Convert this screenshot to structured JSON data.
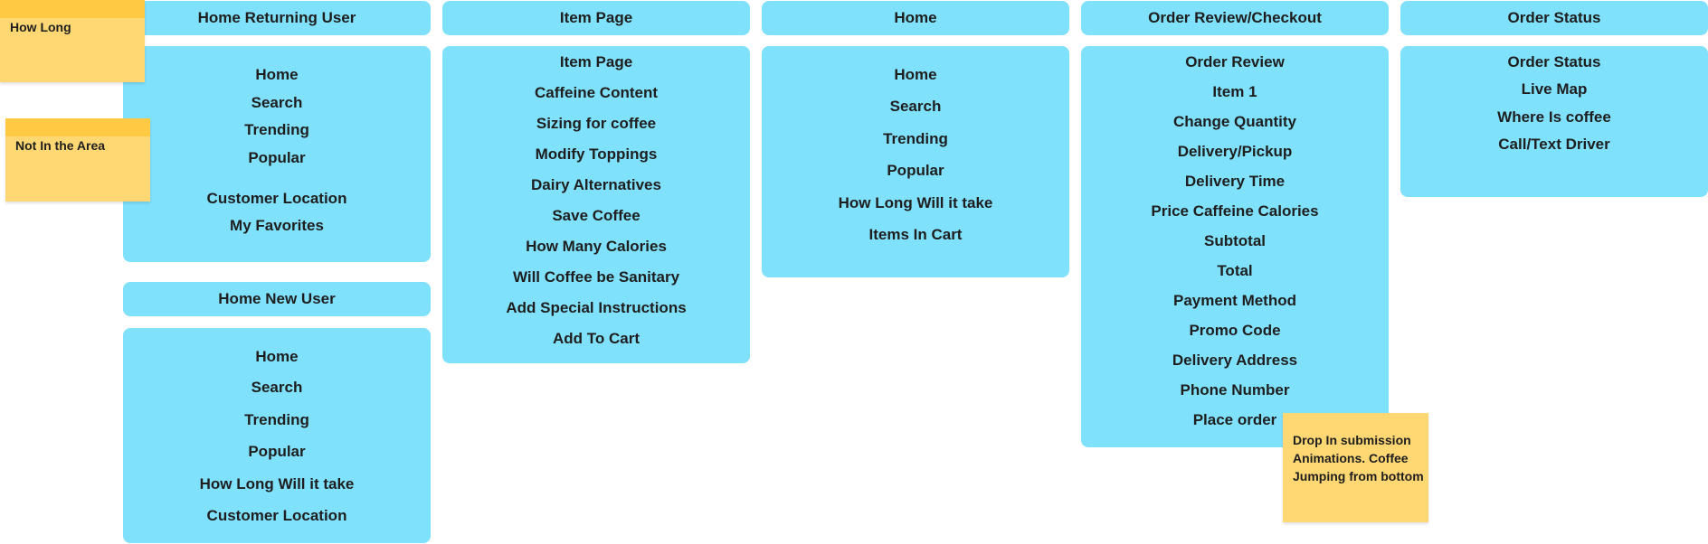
{
  "columns": {
    "home_returning": {
      "header": "Home Returning User",
      "items": [
        "Home",
        "Search",
        "Trending",
        "Popular",
        "Customer Location",
        "My Favorites"
      ]
    },
    "home_new": {
      "header": "Home New User",
      "items": [
        "Home",
        "Search",
        "Trending",
        "Popular",
        "How Long Will it take",
        "Customer Location"
      ]
    },
    "item_page": {
      "header": "Item Page",
      "items": [
        "Item Page",
        "Caffeine Content",
        "Sizing for coffee",
        "Modify Toppings",
        "Dairy Alternatives",
        "Save Coffee",
        "How Many Calories",
        "Will Coffee be Sanitary",
        "Add Special Instructions",
        "Add To Cart"
      ]
    },
    "home": {
      "header": "Home",
      "items": [
        "Home",
        "Search",
        "Trending",
        "Popular",
        "How Long Will it take",
        "Items In Cart"
      ]
    },
    "order_review": {
      "header": "Order Review/Checkout",
      "items": [
        "Order Review",
        "Item 1",
        "Change Quantity",
        "Delivery/Pickup",
        "Delivery Time",
        "Price Caffeine Calories",
        "Subtotal",
        "Total",
        "Payment Method",
        "Promo Code",
        "Delivery Address",
        "Phone Number",
        "Place order"
      ]
    },
    "order_status": {
      "header": "Order Status",
      "items": [
        "Order Status",
        "Live Map",
        "Where Is coffee",
        "Call/Text Driver"
      ]
    }
  },
  "stickies": {
    "how_long": "How Long",
    "not_in_area": "Not In the Area",
    "drop_in_line1": "Drop In submission",
    "drop_in_line2": "Animations. Coffee",
    "drop_in_line3": "Jumping from bottom"
  },
  "colors": {
    "card": "#80e1fd",
    "sticky": "#ffd873",
    "sticky_band": "#ffc943",
    "text": "#1e1e1e"
  }
}
